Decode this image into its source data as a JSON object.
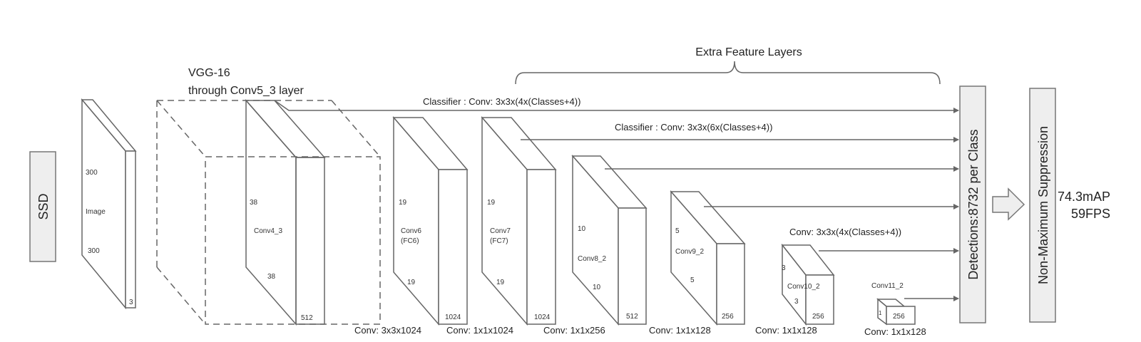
{
  "title": "SSD",
  "vgg_label": {
    "line1": "VGG-16",
    "line2": "through Conv5_3 layer"
  },
  "extra_feature_label": "Extra Feature Layers",
  "classifiers": [
    "Classifier : Conv: 3x3x(4x(Classes+4))",
    "Classifier : Conv: 3x3x(6x(Classes+4))",
    "Conv: 3x3x(4x(Classes+4))"
  ],
  "layers": [
    {
      "id": "image",
      "name": "Image",
      "h": "300",
      "w": "300",
      "c": "3"
    },
    {
      "id": "conv4_3",
      "name": "Conv4_3",
      "h": "38",
      "w": "38",
      "c": "512"
    },
    {
      "id": "conv6",
      "name": "Conv6",
      "sub": "(FC6)",
      "h": "19",
      "w": "19",
      "c": "1024",
      "op": "Conv: 3x3x1024"
    },
    {
      "id": "conv7",
      "name": "Conv7",
      "sub": "(FC7)",
      "h": "19",
      "w": "19",
      "c": "1024",
      "op": "Conv: 1x1x1024"
    },
    {
      "id": "conv8_2",
      "name": "Conv8_2",
      "h": "10",
      "w": "10",
      "c": "512",
      "op": "Conv: 1x1x256"
    },
    {
      "id": "conv9_2",
      "name": "Conv9_2",
      "h": "5",
      "w": "5",
      "c": "256",
      "op": "Conv: 1x1x128"
    },
    {
      "id": "conv10_2",
      "name": "Conv10_2",
      "h": "3",
      "w": "3",
      "c": "256",
      "op": "Conv: 1x1x128"
    },
    {
      "id": "conv11_2",
      "name": "Conv11_2",
      "h": "1",
      "c": "256",
      "op": "Conv: 1x1x128"
    }
  ],
  "detections_label": "Detections:8732  per Class",
  "nms_label": "Non-Maximum Suppression",
  "result": {
    "map": "74.3mAP",
    "fps": "59FPS"
  }
}
